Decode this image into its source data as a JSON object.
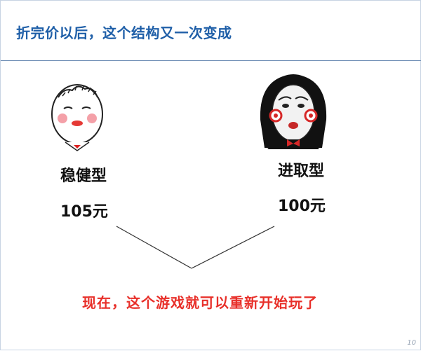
{
  "slide": {
    "title": "折完价以后，这个结构又一次变成",
    "left": {
      "type_label": "稳健型",
      "price_label": "105元"
    },
    "right": {
      "type_label": "进取型",
      "price_label": "100元"
    },
    "bottom_message": "现在，这个游戏就可以重新开始玩了",
    "page_number": "10"
  },
  "colors": {
    "title": "#1f5fa8",
    "message": "#e8302a",
    "rule": "#6f8fb5"
  },
  "icons": [
    "meme-face-icon",
    "jigsaw-face-icon"
  ]
}
